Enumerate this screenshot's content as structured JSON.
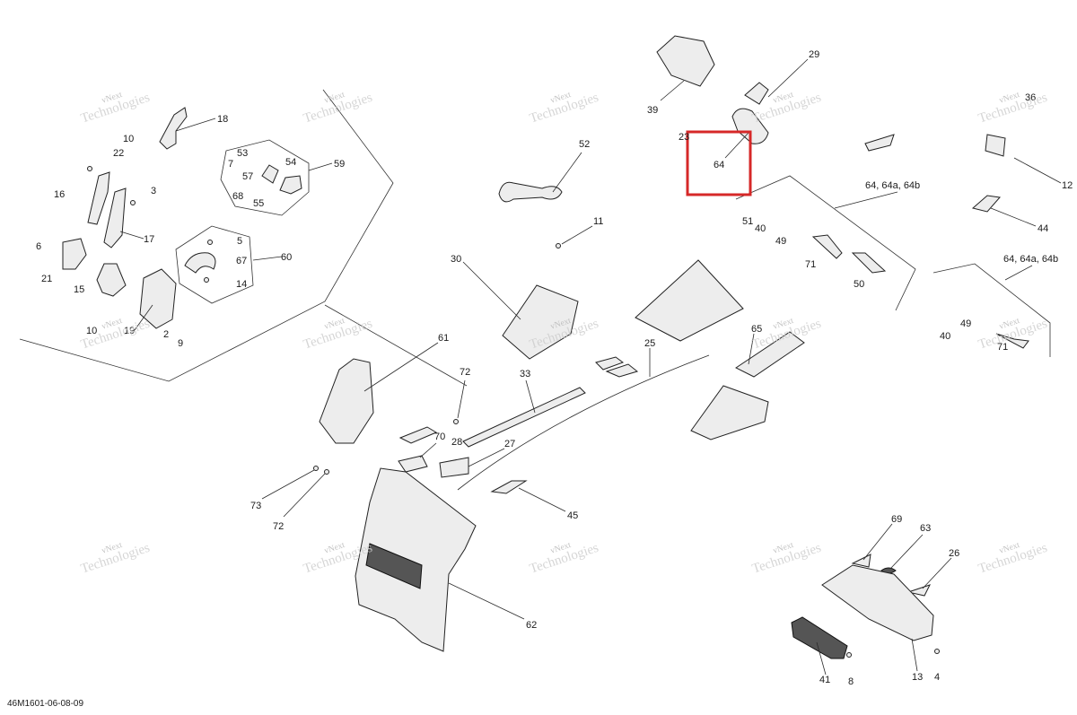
{
  "diagram": {
    "document_code": "46M1601-06-08-09",
    "watermark": {
      "line1": "vNext",
      "line2": "Technologies"
    },
    "highlight": {
      "label": "64",
      "color": "#d62828"
    },
    "part_labels": [
      {
        "id": "18",
        "text": "18"
      },
      {
        "id": "10a",
        "text": "10"
      },
      {
        "id": "22",
        "text": "22"
      },
      {
        "id": "16",
        "text": "16"
      },
      {
        "id": "3",
        "text": "3"
      },
      {
        "id": "17",
        "text": "17"
      },
      {
        "id": "6",
        "text": "6"
      },
      {
        "id": "21",
        "text": "21"
      },
      {
        "id": "15",
        "text": "15"
      },
      {
        "id": "19",
        "text": "19"
      },
      {
        "id": "10b",
        "text": "10"
      },
      {
        "id": "2",
        "text": "2"
      },
      {
        "id": "9",
        "text": "9"
      },
      {
        "id": "53",
        "text": "53"
      },
      {
        "id": "7",
        "text": "7"
      },
      {
        "id": "54",
        "text": "54"
      },
      {
        "id": "59",
        "text": "59"
      },
      {
        "id": "57",
        "text": "57"
      },
      {
        "id": "68",
        "text": "68"
      },
      {
        "id": "55",
        "text": "55"
      },
      {
        "id": "5",
        "text": "5"
      },
      {
        "id": "67",
        "text": "67"
      },
      {
        "id": "60",
        "text": "60"
      },
      {
        "id": "14",
        "text": "14"
      },
      {
        "id": "52",
        "text": "52"
      },
      {
        "id": "39",
        "text": "39"
      },
      {
        "id": "29",
        "text": "29"
      },
      {
        "id": "23",
        "text": "23"
      },
      {
        "id": "64",
        "text": "64"
      },
      {
        "id": "36",
        "text": "36"
      },
      {
        "id": "12",
        "text": "12"
      },
      {
        "id": "64-64a-64b-1",
        "text": "64, 64a, 64b"
      },
      {
        "id": "44",
        "text": "44"
      },
      {
        "id": "51",
        "text": "51"
      },
      {
        "id": "40a",
        "text": "40"
      },
      {
        "id": "49a",
        "text": "49"
      },
      {
        "id": "71a",
        "text": "71"
      },
      {
        "id": "50",
        "text": "50"
      },
      {
        "id": "64-64a-64b-2",
        "text": "64, 64a, 64b"
      },
      {
        "id": "40b",
        "text": "40"
      },
      {
        "id": "49b",
        "text": "49"
      },
      {
        "id": "71b",
        "text": "71"
      },
      {
        "id": "11",
        "text": "11"
      },
      {
        "id": "30",
        "text": "30"
      },
      {
        "id": "61",
        "text": "61"
      },
      {
        "id": "65",
        "text": "65"
      },
      {
        "id": "25",
        "text": "25"
      },
      {
        "id": "72a",
        "text": "72"
      },
      {
        "id": "33",
        "text": "33"
      },
      {
        "id": "70",
        "text": "70"
      },
      {
        "id": "28",
        "text": "28"
      },
      {
        "id": "27",
        "text": "27"
      },
      {
        "id": "45",
        "text": "45"
      },
      {
        "id": "73",
        "text": "73"
      },
      {
        "id": "72b",
        "text": "72"
      },
      {
        "id": "62",
        "text": "62"
      },
      {
        "id": "69",
        "text": "69"
      },
      {
        "id": "63",
        "text": "63"
      },
      {
        "id": "26",
        "text": "26"
      },
      {
        "id": "41",
        "text": "41"
      },
      {
        "id": "8",
        "text": "8"
      },
      {
        "id": "13",
        "text": "13"
      },
      {
        "id": "4",
        "text": "4"
      }
    ]
  }
}
